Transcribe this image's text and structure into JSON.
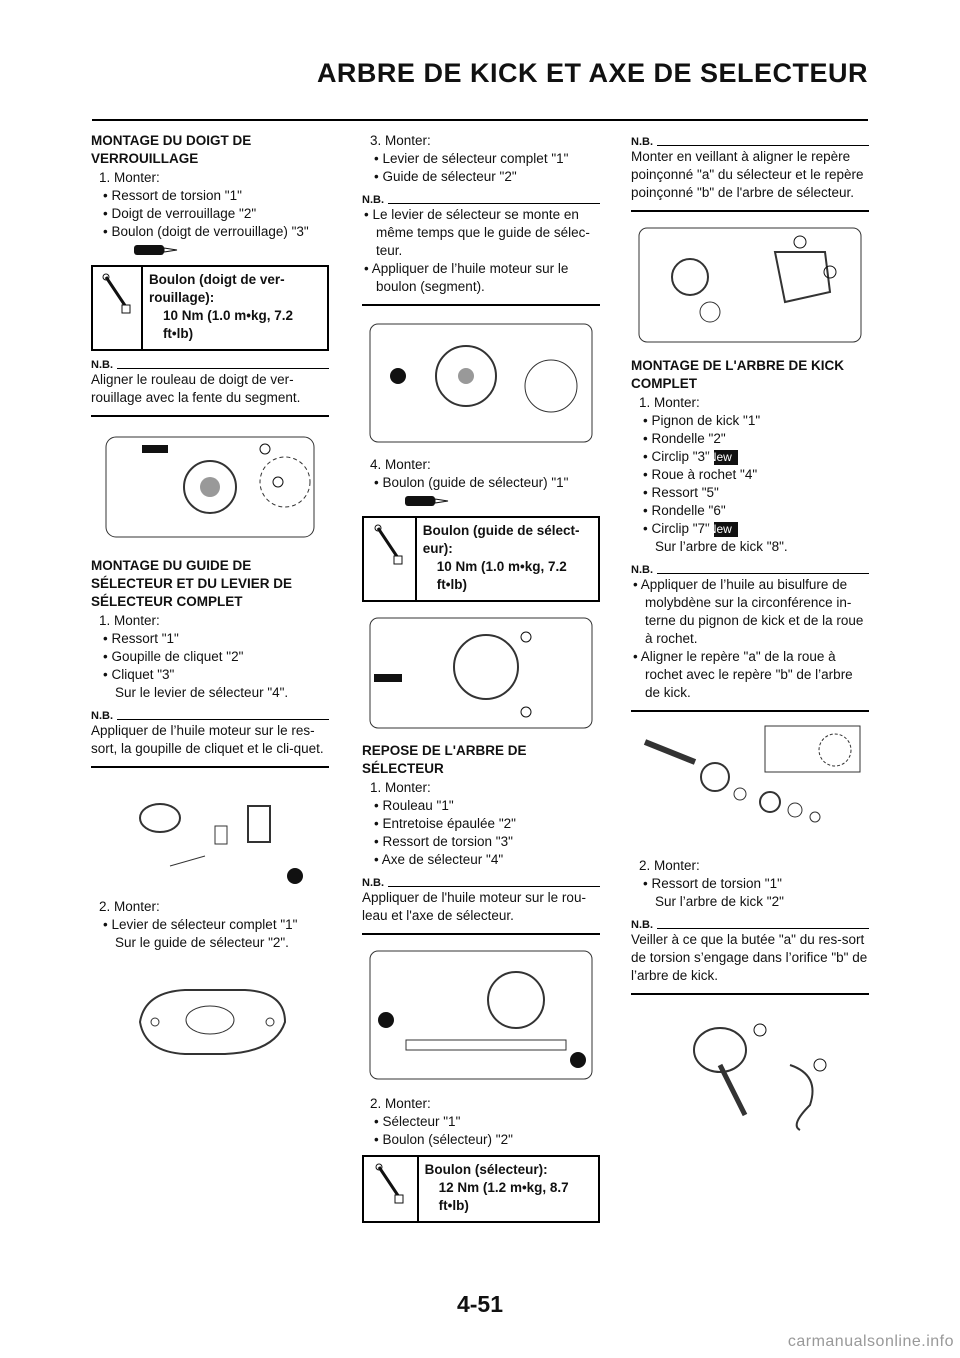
{
  "header": {
    "title": "ARBRE DE KICK ET AXE DE SELECTEUR"
  },
  "page_number": "4-51",
  "watermark": "carmanualsonline.info",
  "nb_label": "N.B.",
  "new_label": "New",
  "col1": {
    "sec1": {
      "title": "MONTAGE DU DOIGT DE VERROUILLAGE",
      "step": "1.  Monter:",
      "items": [
        "Ressort de torsion \"1\"",
        "Doigt de verrouillage \"2\"",
        "Boulon (doigt de verrouillage) \"3\""
      ],
      "torque": {
        "name": "Boulon (doigt de ver-rouillage):",
        "value": "10 Nm (1.0 m•kg, 7.2 ft•lb)"
      },
      "nb": "Aligner le rouleau de doigt de ver-rouillage avec la fente du segment."
    },
    "sec2": {
      "title": "MONTAGE DU GUIDE DE SÉLECTEUR ET DU LEVIER DE SÉLECTEUR COMPLET",
      "step": "1.  Monter:",
      "items": [
        "Ressort \"1\"",
        "Goupille de cliquet \"2\"",
        "Cliquet \"3\""
      ],
      "items_cont": "Sur le levier de sélecteur \"4\".",
      "nb": "Appliquer de l’huile moteur sur le res-sort, la goupille de cliquet et le cli-quet.",
      "step2": "2.  Monter:",
      "items2": [
        "Levier de sélecteur complet \"1\""
      ],
      "items2_cont": "Sur le guide de sélecteur \"2\"."
    }
  },
  "col2": {
    "step3": "3.  Monter:",
    "items3": [
      "Levier de sélecteur complet \"1\"",
      "Guide de sélecteur \"2\""
    ],
    "nb_items": [
      "Le levier de sélecteur se monte en même temps que le guide de sélec-teur.",
      "Appliquer de l’huile moteur sur le boulon (segment)."
    ],
    "step4": "4.  Monter:",
    "items4": [
      "Boulon (guide de sélecteur) \"1\""
    ],
    "torque1": {
      "name": "Boulon (guide de sélect-eur):",
      "value": "10 Nm (1.0 m•kg, 7.2 ft•lb)"
    },
    "sec3": {
      "title": "REPOSE DE L'ARBRE DE SÉLECTEUR",
      "step": "1.  Monter:",
      "items": [
        "Rouleau \"1\"",
        "Entretoise épaulée \"2\"",
        "Ressort de torsion \"3\"",
        "Axe de sélecteur \"4\""
      ],
      "nb": "Appliquer de l'huile moteur sur le rou-leau et l'axe de sélecteur.",
      "step2": "2.  Monter:",
      "items2": [
        "Sélecteur \"1\"",
        "Boulon (sélecteur) \"2\""
      ],
      "torque": {
        "name": "Boulon (sélecteur):",
        "value": "12 Nm (1.2 m•kg, 8.7 ft•lb)"
      }
    }
  },
  "col3": {
    "nb_top": "Monter en veillant à aligner le repère poinçonné \"a\" du sélecteur et le repère poinçonné \"b\" de l'arbre de sélecteur.",
    "sec4": {
      "title": "MONTAGE DE L'ARBRE DE KICK COMPLET",
      "step": "1.  Monter:",
      "items": [
        "Pignon de kick \"1\"",
        "Rondelle \"2\"",
        "Circlip \"3\"",
        "Roue à rochet \"4\"",
        "Ressort \"5\"",
        "Rondelle \"6\"",
        "Circlip \"7\""
      ],
      "items_cont": "Sur l’arbre de kick \"8\".",
      "nb_items": [
        "Appliquer de l’huile au bisulfure de molybdène sur la circonférence in-terne du pignon de kick et de la roue à rochet.",
        "Aligner le repère \"a\" de la roue à rochet avec le repère \"b\" de l’arbre de kick."
      ],
      "step2": "2.  Monter:",
      "items2": [
        "Ressort de torsion \"1\""
      ],
      "items2_cont": "Sur l’arbre de kick \"2\"",
      "nb2": "Veiller à ce que la butée \"a\" du res-sort de torsion s’engage dans l’orifice \"b\" de l’arbre de kick."
    }
  }
}
